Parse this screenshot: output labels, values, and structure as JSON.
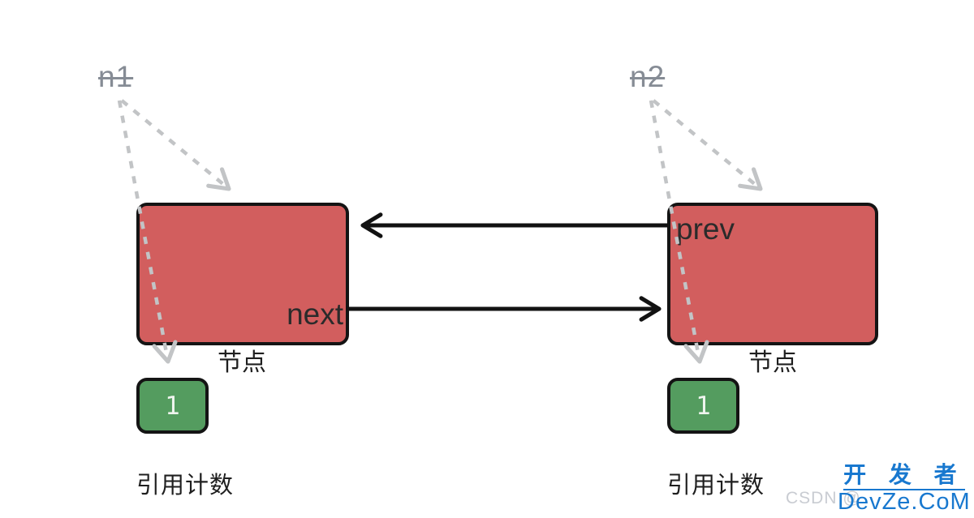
{
  "diagram": {
    "description": "doubly linked list nodes with reference counts",
    "nodes": [
      {
        "var_label": "n1",
        "var_struck_through": true,
        "pointer_label": "next",
        "type_label": "节点",
        "refcount_value": "1",
        "refcount_caption": "引用计数"
      },
      {
        "var_label": "n2",
        "var_struck_through": true,
        "pointer_label": "prev",
        "type_label": "节点",
        "refcount_value": "1",
        "refcount_caption": "引用计数"
      }
    ],
    "arrows": [
      {
        "name": "prev-arrow",
        "from": "node2",
        "to": "node1",
        "style": "solid-black"
      },
      {
        "name": "next-arrow",
        "from": "node1",
        "to": "node2",
        "style": "solid-black"
      },
      {
        "name": "n1-to-node1",
        "style": "dashed-gray"
      },
      {
        "name": "n1-to-refcount1",
        "style": "dashed-gray"
      },
      {
        "name": "n2-to-node2",
        "style": "dashed-gray"
      },
      {
        "name": "n2-to-refcount2",
        "style": "dashed-gray"
      }
    ],
    "colors": {
      "node_fill": "#d25e5e",
      "node_border": "#141414",
      "refcount_fill": "#549c5f",
      "refcount_text": "#eef4ee",
      "solid_arrow": "#121212",
      "dashed_arrow": "#c2c4c6",
      "variable_text": "#868c95",
      "caption_text": "#1f1f1f",
      "background": "#ffffff"
    }
  },
  "watermark": {
    "attribution": "CSDN @",
    "brand_top": "开 发 者",
    "brand_bottom": "DevZe.CoM",
    "brand_color": "#1878cf",
    "attribution_color": "#c9ccd2"
  }
}
